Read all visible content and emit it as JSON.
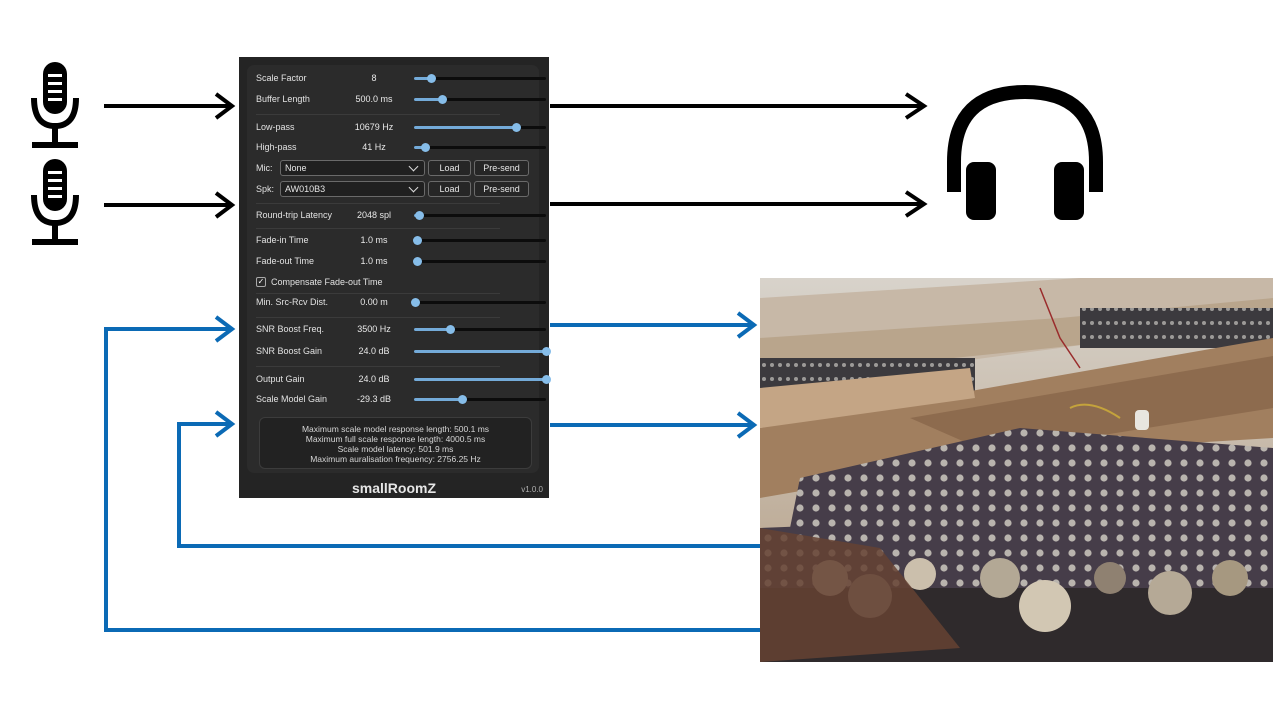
{
  "plugin": {
    "rows": [
      {
        "id": "scale-factor",
        "label": "Scale Factor",
        "value": "8",
        "level": 0.13
      },
      {
        "id": "buffer-length",
        "label": "Buffer Length",
        "value": "500.0 ms",
        "level": 0.21
      },
      {
        "id": "low-pass",
        "label": "Low-pass",
        "value": "10679 Hz",
        "level": 0.77
      },
      {
        "id": "high-pass",
        "label": "High-pass",
        "value": "41 Hz",
        "level": 0.08
      },
      {
        "id": "round-trip-latency",
        "label": "Round-trip Latency",
        "value": "2048 spl",
        "level": 0.04
      },
      {
        "id": "fade-in-time",
        "label": "Fade-in Time",
        "value": "1.0 ms",
        "level": 0.02
      },
      {
        "id": "fade-out-time",
        "label": "Fade-out Time",
        "value": "1.0 ms",
        "level": 0.02
      },
      {
        "id": "min-src-rcv-dist",
        "label": "Min. Src-Rcv Dist.",
        "value": "0.00 m",
        "level": 0.01
      },
      {
        "id": "snr-boost-freq",
        "label": "SNR Boost Freq.",
        "value": "3500 Hz",
        "level": 0.27
      },
      {
        "id": "snr-boost-gain",
        "label": "SNR Boost Gain",
        "value": "24.0 dB",
        "level": 1.0
      },
      {
        "id": "output-gain",
        "label": "Output Gain",
        "value": "24.0 dB",
        "level": 1.0
      },
      {
        "id": "scale-model-gain",
        "label": "Scale Model Gain",
        "value": "-29.3 dB",
        "level": 0.36
      }
    ],
    "mic": {
      "label": "Mic:",
      "selected": "None",
      "load": "Load",
      "presend": "Pre-send"
    },
    "spk": {
      "label": "Spk:",
      "selected": "AW010B3",
      "load": "Load",
      "presend": "Pre-send"
    },
    "compensate": {
      "label": "Compensate Fade-out Time",
      "checked": true,
      "check_glyph": "✓"
    },
    "info": [
      "Maximum scale model response length: 500.1 ms",
      "Maximum full scale response length: 4000.5 ms",
      "Scale model latency: 501.9 ms",
      "Maximum auralisation frequency: 2756.25 Hz"
    ],
    "brand": "smallRoomZ",
    "version": "v1.0.0"
  },
  "icons": [
    "microphone-icon",
    "microphone-icon",
    "headphones-icon"
  ],
  "colors": {
    "black_arrow": "#000000",
    "blue_arrow": "#0b6ab5",
    "slider_fill": "#74abd9",
    "panel_bg": "#242424"
  }
}
